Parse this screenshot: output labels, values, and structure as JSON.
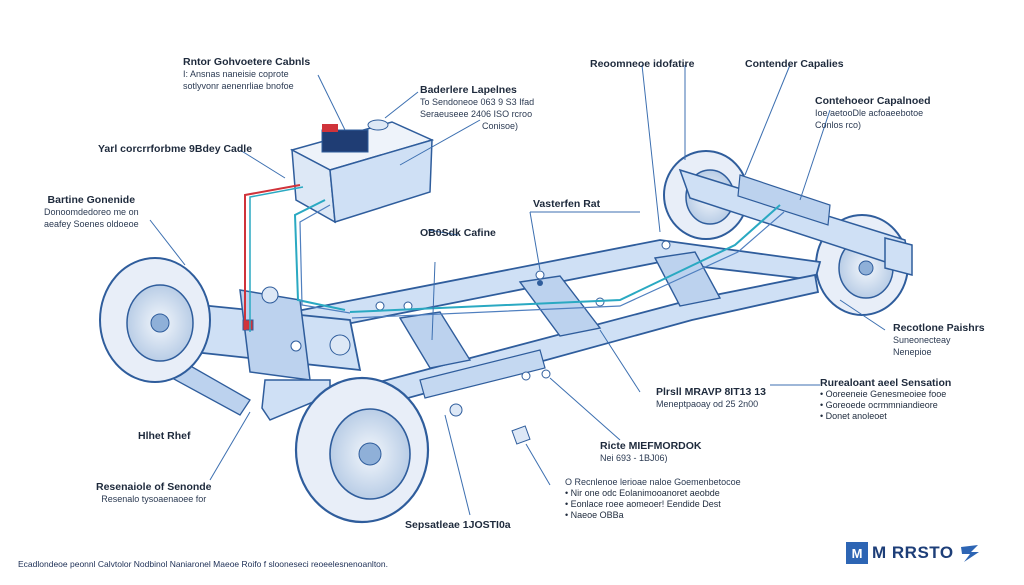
{
  "labels": {
    "top_left": {
      "title": "Rntor Gohvoetere Cabnls",
      "sub1": "I: Ansnas naneisie coprote",
      "sub2": "sotlyvonr aenenrliae bnofoe"
    },
    "battery": {
      "title": "Baderlere Lapelnes",
      "sub1": "To Sendoneoe 063 9 S3 Ifad",
      "sub2": "Seraeuseee  2406 ISO rcroo",
      "sub3": "Conisoe)"
    },
    "left_cable": {
      "title": "Yarl corcrrforbme 9Bdey Cadle"
    },
    "left_mid": {
      "title": "Bartine Gonenide",
      "sub1": "Donoomdedoreo me on",
      "sub2": "aeafey Soenes oldoeoe"
    },
    "dc_cable": {
      "title": "OB0Sdk Cafine"
    },
    "rear_top": {
      "title": "Reoomneoe idofatire"
    },
    "rear_right_top": {
      "title": "Contender Capalies"
    },
    "right_upper": {
      "title": "Contehoeor Capalnoed",
      "sub1": "Ioe aetooDle acfoaeebotoe",
      "sub2": "Conlos rco)"
    },
    "frame": {
      "title": "Vasterfen Rat"
    },
    "right_mid": {
      "title": "Recotlone Paishrs",
      "sub1": "Suneonecteay",
      "sub2": "Nenepioe"
    },
    "center_right": {
      "title": "Plrsll MRAVP 8IT13     13",
      "sub1": "Meneptpaoay  od 25 2n00"
    },
    "right_low": {
      "title": "Rurealoant aeel Sensation",
      "items": [
        "Ooreeneie Genesmeoiee fooe",
        "Goreoede ocrmmniandieore",
        "Donet anoleoet"
      ]
    },
    "left_low": {
      "title": "Hlhet Rhef"
    },
    "center_low": {
      "title": "Ricte MIEFMORDOK",
      "sub1": "Nei 693 - 1BJ06)"
    },
    "bottom_mid": {
      "title": "Sepsatleae 1JOSTI0a"
    },
    "bottom_left": {
      "title": "Resenaiole of Senonde",
      "sub1": "Resenalo tysoaenaoee for"
    },
    "bottom_right": {
      "intro": "O Recnlenoe lerioae naloe Goemenbetocoe",
      "items": [
        "Nir one odc Eolanimooanoret aeobde",
        "Eonlace roee aomeoer! Eendide Dest",
        "Naeoe OBBa"
      ]
    }
  },
  "footer": {
    "text": "Ecadlondeoe peonnl Calvtolor Nodbinol Naniaronel Maeoe Roifo f slooneseci reoeelesnenoanlton."
  },
  "brand": {
    "mark": "M",
    "name": "M RRSTO"
  },
  "colors": {
    "frame_fill": "#cfe0f5",
    "frame_stroke": "#2f5d9c",
    "tire": "#e8eef8",
    "cable_blue": "#2aa9c2",
    "cable_red": "#d0333a",
    "battery": "#dde8f6"
  }
}
